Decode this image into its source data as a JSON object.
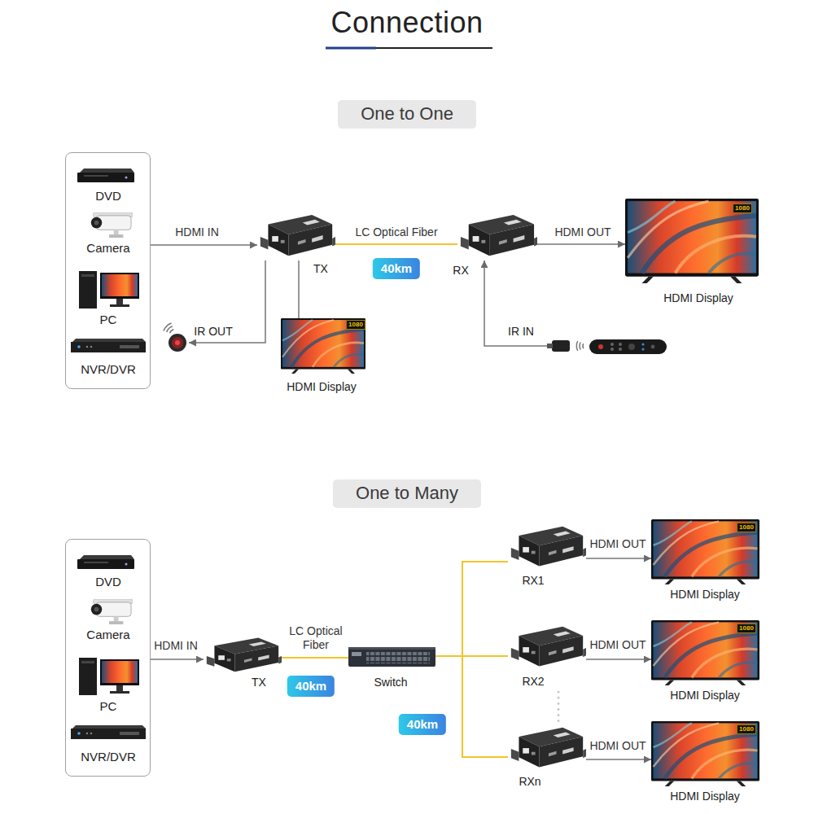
{
  "diagram": {
    "title": "Connection",
    "nodes": [
      {
        "text": [
          "One to One"
        ]
      },
      {
        "text": [
          "DVD",
          "Camera",
          "PC",
          "NVR/DVR"
        ]
      },
      {
        "text": [
          "TX"
        ]
      },
      {
        "text": [
          "RX"
        ]
      },
      {
        "text": [
          "HDMI Display"
        ]
      },
      {
        "text": [
          "IR OUT"
        ]
      },
      {
        "text": [
          "HDMI Display"
        ]
      },
      {
        "text": [
          "IR IN"
        ]
      },
      {
        "text": [
          "One to Many"
        ]
      },
      {
        "text": [
          "DVD",
          "Camera",
          "PC",
          "NVR/DVR"
        ]
      },
      {
        "text": [
          "TX"
        ]
      },
      {
        "text": [
          "Switch"
        ]
      },
      {
        "text": [
          "RX1"
        ]
      },
      {
        "text": [
          "HDMI Display"
        ]
      },
      {
        "text": [
          "RX2"
        ]
      },
      {
        "text": [
          "HDMI Display"
        ]
      },
      {
        "text": [
          "RXn"
        ]
      },
      {
        "text": [
          "HDMI Display"
        ]
      }
    ],
    "edges": [
      {
        "from": 1,
        "to": 2,
        "label": "HDMI IN",
        "arrow": "to"
      },
      {
        "from": 2,
        "to": 3,
        "label": "LC Optical Fiber",
        "arrow": "none"
      },
      {
        "from": 3,
        "to": 4,
        "label": "HDMI OUT",
        "arrow": "to"
      },
      {
        "from": 2,
        "to": 5,
        "arrow": "to"
      },
      {
        "from": 2,
        "to": 6,
        "arrow": "none"
      },
      {
        "from": 7,
        "to": 3,
        "arrow": "to"
      },
      {
        "from": 9,
        "to": 10,
        "label": "HDMI IN",
        "arrow": "to"
      },
      {
        "from": 10,
        "to": 11,
        "label": "LC Optical Fiber",
        "arrow": "none"
      },
      {
        "from": 11,
        "to": 12,
        "arrow": "none"
      },
      {
        "from": 11,
        "to": 14,
        "arrow": "none"
      },
      {
        "from": 11,
        "to": 16,
        "arrow": "none"
      },
      {
        "from": 12,
        "to": 13,
        "label": "HDMI OUT",
        "arrow": "to"
      },
      {
        "from": 14,
        "to": 15,
        "label": "HDMI OUT",
        "arrow": "to"
      },
      {
        "from": 16,
        "to": 17,
        "label": "HDMI OUT",
        "arrow": "to"
      }
    ],
    "labels": [
      "40km",
      "1080",
      "1080",
      "40km",
      "40km",
      "1080",
      "1080",
      "1080"
    ]
  }
}
